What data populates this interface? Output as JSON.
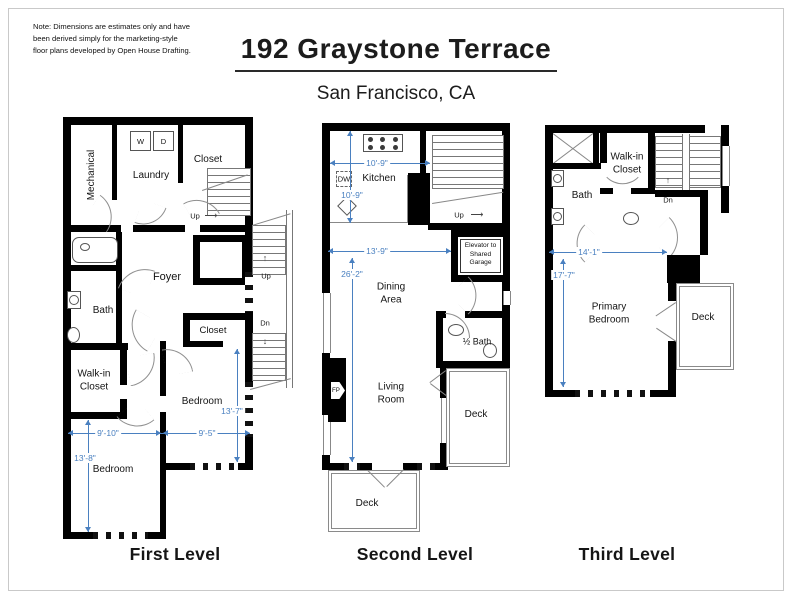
{
  "header": {
    "note": "Note: Dimensions are estimates only and have\nbeen derived simply for the marketing-style\nfloor plans developed by Open House Drafting.",
    "title": "192 Graystone Terrace",
    "subtitle": "San Francisco, CA"
  },
  "colors": {
    "dimension_blue": "#4a80c0",
    "wall": "#000000"
  },
  "icons": {
    "arrow_up": "↑",
    "arrow_down": "↓",
    "arrow_right": "⟶"
  },
  "l1": {
    "name": "First Level",
    "rooms": {
      "mechanical": "Mechanical",
      "laundry": "Laundry",
      "closet_top": "Closet",
      "foyer": "Foyer",
      "bath": "Bath",
      "walk_in_closet": "Walk-in Closet",
      "closet_mid": "Closet",
      "bedroom_right": "Bedroom",
      "bedroom_left": "Bedroom"
    },
    "fixtures": {
      "washer": "W",
      "dryer": "D"
    },
    "stairs": {
      "up_interior": "Up",
      "up_side": "Up",
      "down_side": "Dn"
    },
    "dims": {
      "bedroom_right_depth": "13'-7\"",
      "bedroom_left_width": "9'-10\"",
      "bedroom_right_width": "9'-5\"",
      "bedroom_left_depth": "13'-8\""
    }
  },
  "l2": {
    "name": "Second Level",
    "rooms": {
      "kitchen": "Kitchen",
      "dining": "Dining Area",
      "living": "Living Room",
      "half_bath": "½ Bath",
      "deck_side": "Deck",
      "deck_rear": "Deck"
    },
    "fixtures": {
      "dishwasher": "DW",
      "fireplace": "FP"
    },
    "elevator": "Elevator to Shared Garage",
    "stairs": {
      "up": "Up"
    },
    "dims": {
      "kitchen_width": "10'-9\"",
      "kitchen_depth": "10'-9\"",
      "width": "13'-9\"",
      "depth": "26'-2\""
    }
  },
  "l3": {
    "name": "Third Level",
    "rooms": {
      "walk_in_closet": "Walk-in Closet",
      "bath": "Bath",
      "primary_bedroom": "Primary Bedroom",
      "deck": "Deck"
    },
    "stairs": {
      "down": "Dn"
    },
    "dims": {
      "width": "14'-1\"",
      "depth": "17'-7\""
    }
  }
}
